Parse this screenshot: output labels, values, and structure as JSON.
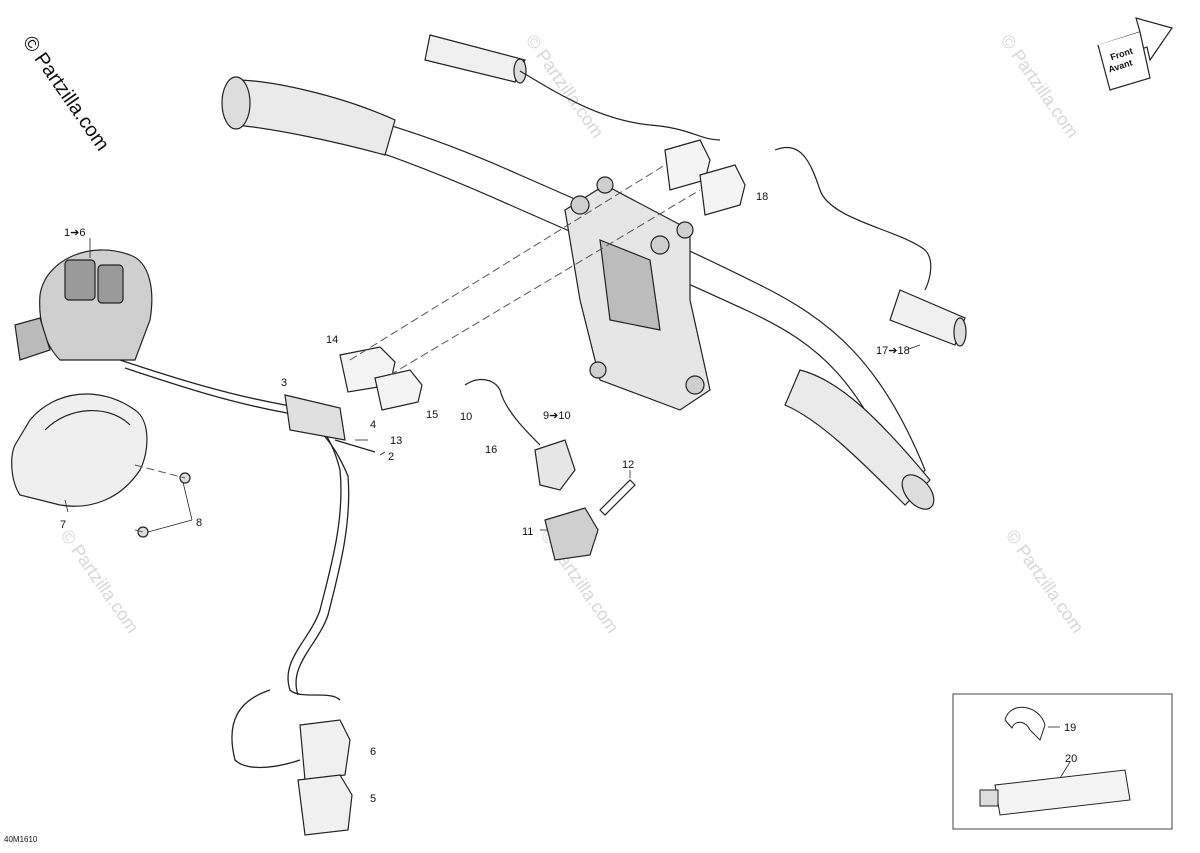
{
  "copyright": "© Partzilla.com",
  "watermark_text": "© Partzilla.com",
  "diagram_code": "40M1610",
  "front_badge": {
    "line1": "Front",
    "line2": "Avant"
  },
  "callouts": {
    "c1_6": "1➔6",
    "c2": "2",
    "c3": "3",
    "c4": "4",
    "c5": "5",
    "c6": "6",
    "c7": "7",
    "c8": "8",
    "c9_10": "9➔10",
    "c10": "10",
    "c11": "11",
    "c12": "12",
    "c13": "13",
    "c14": "14",
    "c15": "15",
    "c16": "16",
    "c17_18": "17➔18",
    "c18": "18",
    "c19": "19",
    "c20": "20"
  },
  "colors": {
    "line": "#222222",
    "dashed": "#555555",
    "watermark": "#d7d7d7",
    "fill": "#f2f2f2",
    "dark_fill": "#9a9a9a"
  }
}
